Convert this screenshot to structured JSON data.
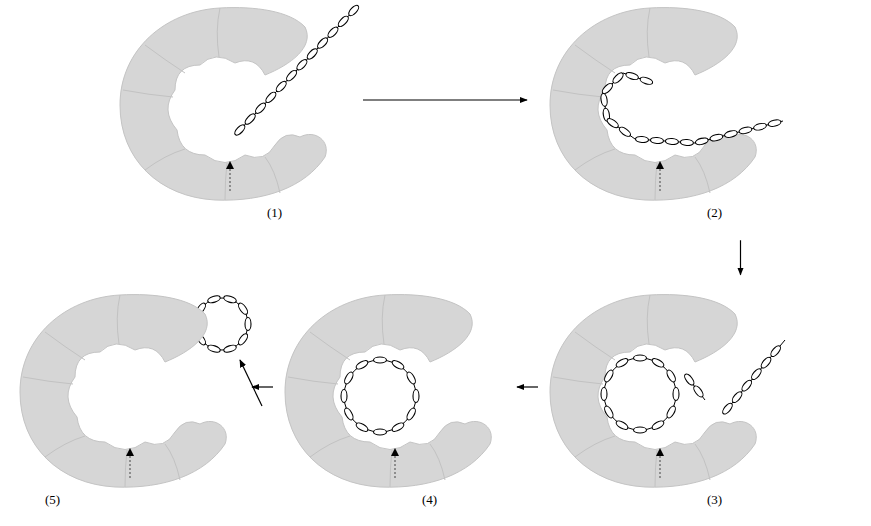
{
  "diagram": {
    "nodes": [
      {
        "text": [
          "(1)"
        ]
      },
      {
        "text": [
          "(2)"
        ]
      },
      {
        "text": [
          "(3)"
        ]
      },
      {
        "text": [
          "(4)"
        ]
      },
      {
        "text": [
          "(5)"
        ]
      }
    ],
    "edges": [
      {
        "from": 0,
        "to": 1,
        "arrow": "to"
      },
      {
        "from": 1,
        "to": 2,
        "arrow": "to"
      },
      {
        "from": 2,
        "to": 3,
        "arrow": "to"
      },
      {
        "from": 3,
        "to": 4,
        "arrow": "to"
      }
    ]
  }
}
